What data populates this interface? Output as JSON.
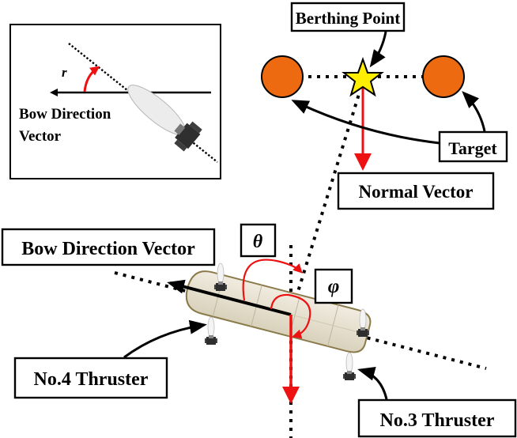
{
  "inset": {
    "angle_symbol": "r",
    "label_line1": "Bow Direction",
    "label_line2": "Vector"
  },
  "labels": {
    "berthing_point": "Berthing Point",
    "target": "Target",
    "normal_vector": "Normal Vector",
    "bow_direction_vector": "Bow Direction Vector",
    "theta": "θ",
    "phi": "φ",
    "thruster_4": "No.4 Thruster",
    "thruster_3": "No.3 Thruster"
  },
  "colors": {
    "target_fill": "#ee6a10",
    "star_fill": "#ffee00",
    "red_arrow": "#ee1111",
    "hull_fill": "#e6e0cc",
    "hull_edge": "#8a7a4a"
  }
}
